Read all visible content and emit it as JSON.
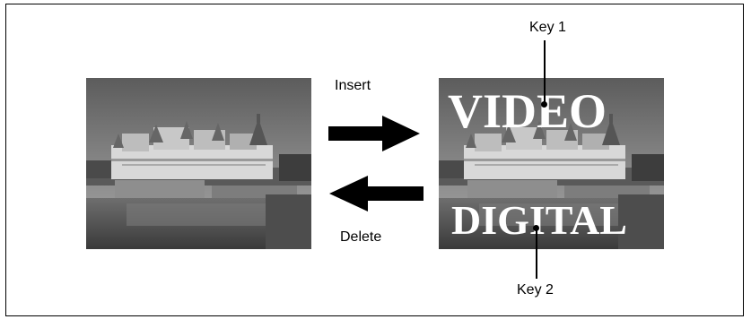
{
  "labels": {
    "insert": "Insert",
    "delete": "Delete",
    "key1": "Key 1",
    "key2": "Key 2"
  },
  "overlay_text": {
    "key1_text": "VIDEO",
    "key2_text": "DIGITAL"
  },
  "images": {
    "left": "castle-photo",
    "right": "castle-photo-with-keys"
  },
  "colors": {
    "border": "#000000",
    "arrow": "#000000",
    "key_text": "#ffffff"
  }
}
